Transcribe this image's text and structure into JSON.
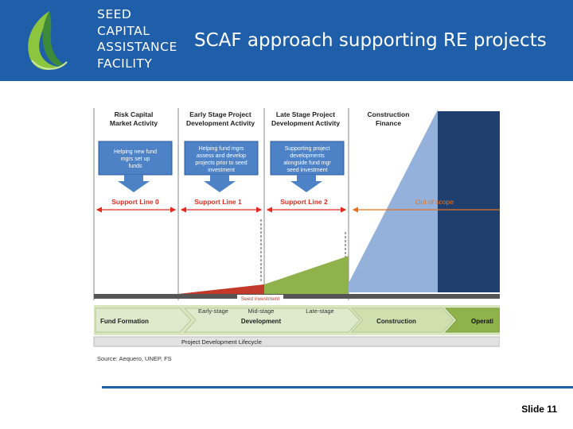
{
  "header": {
    "logo_lines": [
      "SEED",
      "CAPITAL",
      "ASSISTANCE",
      "FACILITY"
    ],
    "title": "SCAF approach supporting RE projects"
  },
  "columns": {
    "col1_line1": "Risk Capital",
    "col1_line2": "Market Activity",
    "col2_line1": "Early Stage Project",
    "col2_line2": "Development Activity",
    "col3_line1": "Late Stage Project",
    "col3_line2": "Development Activity",
    "col4_line1": "Construction",
    "col4_line2": "Finance"
  },
  "boxes": {
    "box1_l1": "Helping new fund",
    "box1_l2": "mgrs set up",
    "box1_l3": "funds",
    "box2_l1": "Helping fund mgrs",
    "box2_l2": "assess and develop",
    "box2_l3": "projects prior to seed",
    "box2_l4": "investment",
    "box3_l1": "Supporting project",
    "box3_l2": "developments",
    "box3_l3": "alongside fund mgr",
    "box3_l4": "seed investment"
  },
  "support_lines": {
    "line0": "Support Line 0",
    "line1": "Support Line 1",
    "line2": "Support Line 2",
    "out_of_scope": "Out of scope"
  },
  "stages": {
    "seed_investment": "Seed investment",
    "early_stage": "Early-stage",
    "mid_stage": "Mid-stage",
    "late_stage": "Late-stage",
    "fund_formation": "Fund Formation",
    "development": "Development",
    "construction": "Construction",
    "operation": "Operati",
    "lifecycle": "Project Development Lifecycle"
  },
  "source": "Source: Aequero, UNEP, FS",
  "slide_number": "Slide 11",
  "colors": {
    "header_blue": "#1f5ea8",
    "support_red": "#e52b1f",
    "out_scope_orange": "#e8731e",
    "dev_green": "#8fb24a",
    "construction_blue": "#8eaedb",
    "dark_blue": "#1f3f6e",
    "box_blue": "#4d82c7"
  }
}
